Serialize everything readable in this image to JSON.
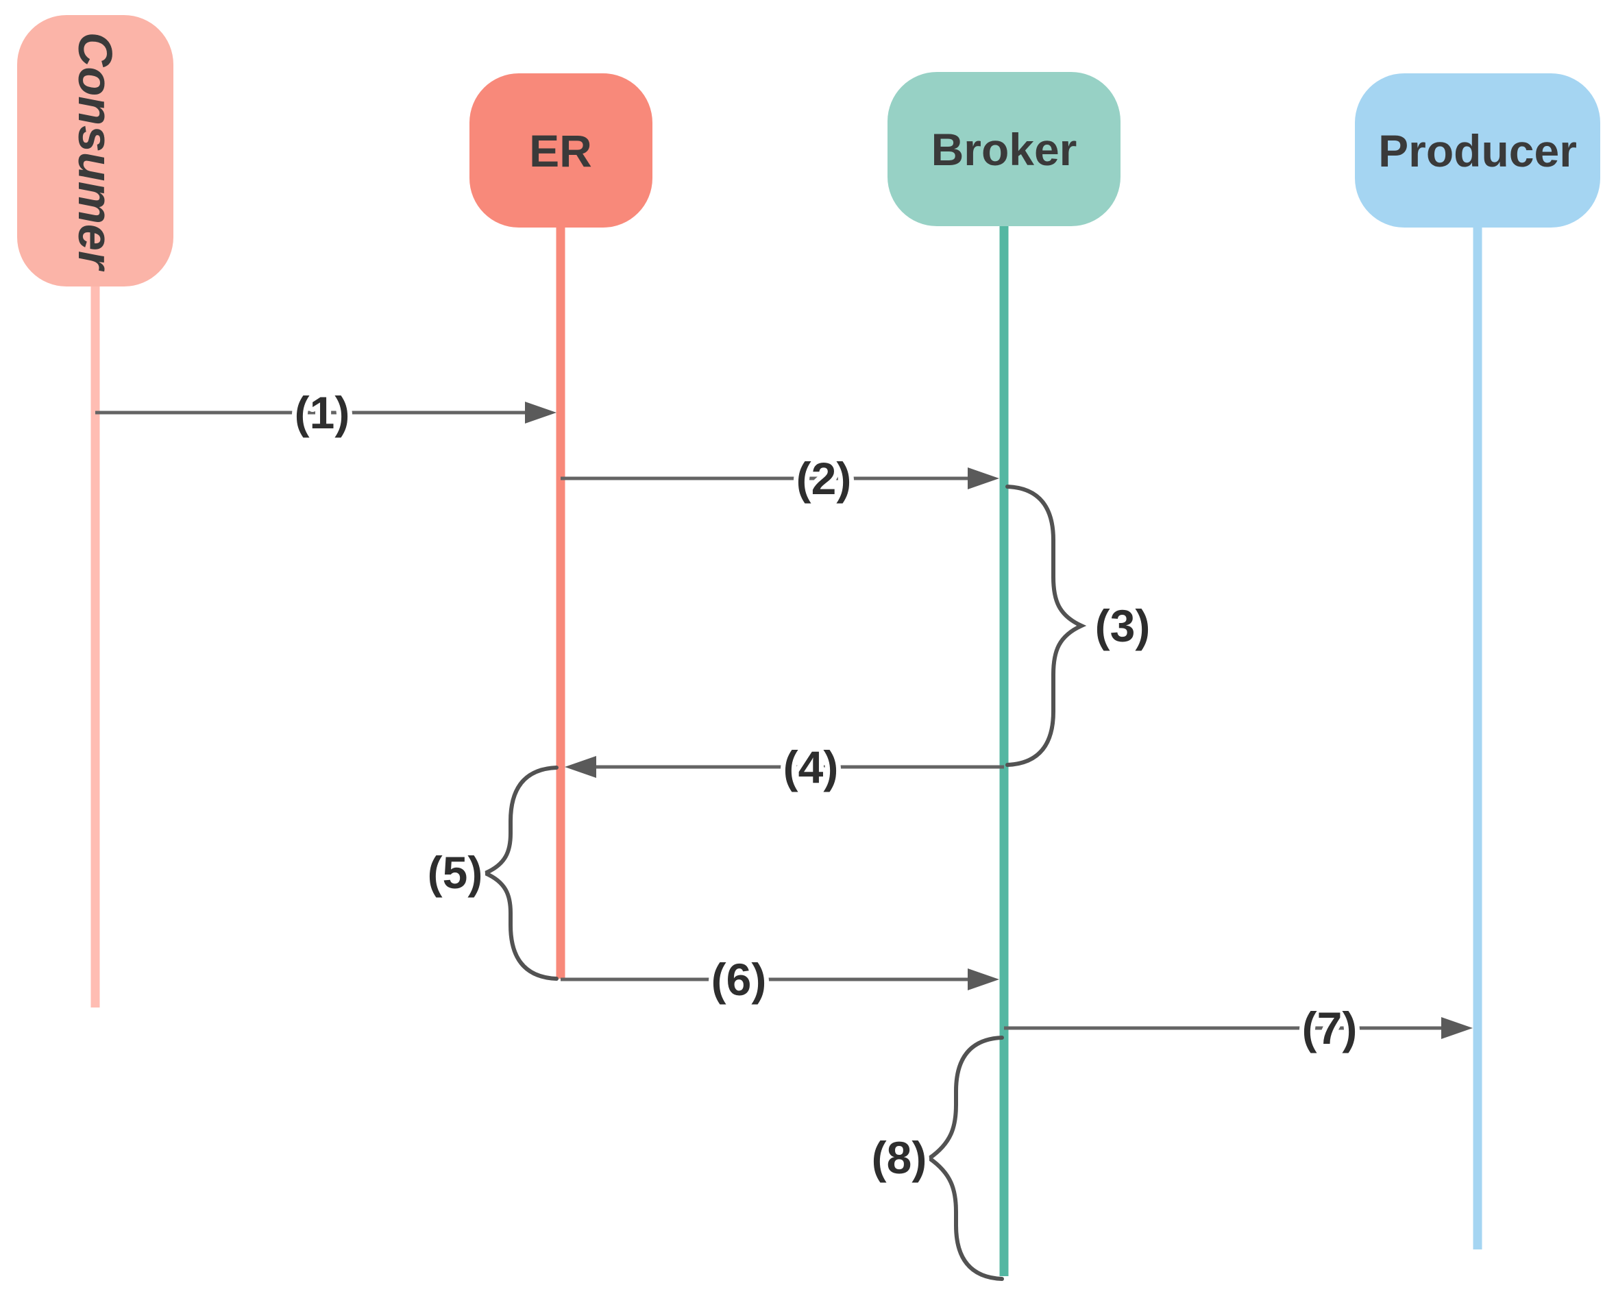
{
  "diagram": {
    "actors": [
      {
        "label": "Consumer",
        "fill": "#FBB4A8",
        "line_color": "#FFBDB3"
      },
      {
        "label": "ER",
        "fill": "#F8897A",
        "line_color": "#F8897A"
      },
      {
        "label": "Broker",
        "fill": "#97D1C5",
        "line_color": "#54B7A2"
      },
      {
        "label": "Producer",
        "fill": "#A5D5F2",
        "line_color": "#A5D5F2"
      }
    ],
    "steps": [
      {
        "label": "(1)",
        "type": "message",
        "from": "Consumer",
        "to": "ER"
      },
      {
        "label": "(2)",
        "type": "message",
        "from": "ER",
        "to": "Broker"
      },
      {
        "label": "(3)",
        "type": "self-process",
        "on": "Broker"
      },
      {
        "label": "(4)",
        "type": "message",
        "from": "Broker",
        "to": "ER"
      },
      {
        "label": "(5)",
        "type": "self-process",
        "on": "ER"
      },
      {
        "label": "(6)",
        "type": "message",
        "from": "ER",
        "to": "Broker"
      },
      {
        "label": "(7)",
        "type": "message",
        "from": "Broker",
        "to": "Producer"
      },
      {
        "label": "(8)",
        "type": "self-process",
        "on": "Broker"
      }
    ],
    "colors": {
      "arrow": "#646464",
      "arrowhead": "#5A5A5A",
      "brace": "#525252",
      "label_text": "#2E2E2E",
      "actor_text": "#3A3A3A",
      "background": "#FFFFFF"
    }
  }
}
